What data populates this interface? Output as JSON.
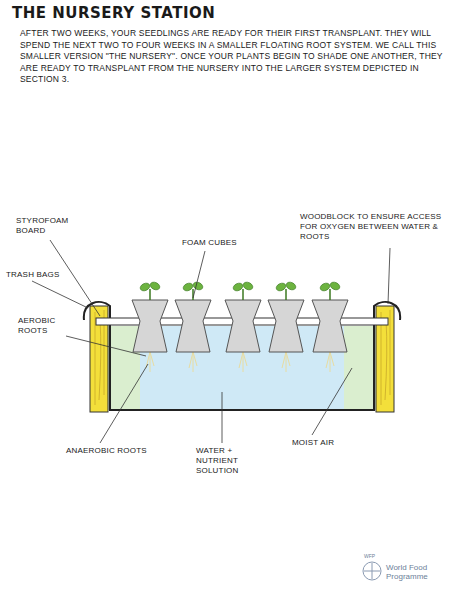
{
  "diagram": {
    "title": "THE NURSERY STATION",
    "labels": [
      "AFTER TWO WEEKS, YOUR SEEDLINGS ARE READY FOR THEIR FIRST TRANSPLANT. THEY WILL SPEND THE NEXT TWO TO FOUR WEEKS IN A SMALLER FLOATING ROOT SYSTEM. WE CALL THIS SMALLER VERSION \"THE NURSERY\". ONCE YOUR PLANTS BEGIN TO SHADE ONE ANOTHER, THEY ARE READY TO TRANSPLANT FROM THE NURSERY INTO THE LARGER SYSTEM DEPICTED IN SECTION 3.",
      "STYROFOAM BOARD",
      "TRASH BAGS",
      "AEROBIC ROOTS",
      "FOAM CUBES",
      "WOODBLOCK TO ENSURE ACCESS FOR OXYGEN BETWEEN WATER & ROOTS",
      "ANAEROBIC ROOTS",
      "WATER + NUTRIENT SOLUTION",
      "MOIST AIR",
      "WFP",
      "World Food Programme"
    ]
  }
}
